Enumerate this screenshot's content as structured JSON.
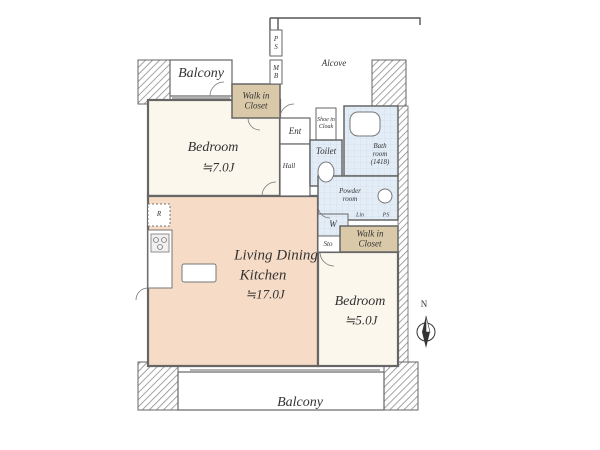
{
  "rooms": {
    "balcony_top": "Balcony",
    "alcove": "Alcove",
    "walk_in_closet_top": "Walk in\nCloset",
    "ent": "Ent",
    "shoe_in_cloak": "Shoe in\nCloak",
    "bath_room": "Bath\nroom\n(1418)",
    "bedroom_1": "Bedroom",
    "bedroom_1_area": "≒7.0J",
    "toilet": "Toilet",
    "hall": "Hall",
    "powder_room": "Powder\nroom",
    "wash": "W",
    "storage": "Sto",
    "walk_in_closet_right": "Walk in\nCloset",
    "ldk_line1": "Living Dining",
    "ldk_line2": "Kitchen",
    "ldk_area": "≒17.0J",
    "bedroom_2": "Bedroom",
    "bedroom_2_area": "≒5.0J",
    "balcony_bottom": "Balcony",
    "refrigerator": "R",
    "ps": "PS",
    "mb": "MB",
    "lin": "Lin",
    "ps_small": "PS"
  },
  "compass": {
    "north": "N"
  },
  "colors": {
    "wall": "#666666",
    "ldk_floor": "#f6dcc7",
    "bedroom_floor": "#fbf7ec",
    "wet_area": "#e3edf7",
    "closet": "#d9c9a8",
    "balcony_hatch": "#9a9a9a"
  }
}
